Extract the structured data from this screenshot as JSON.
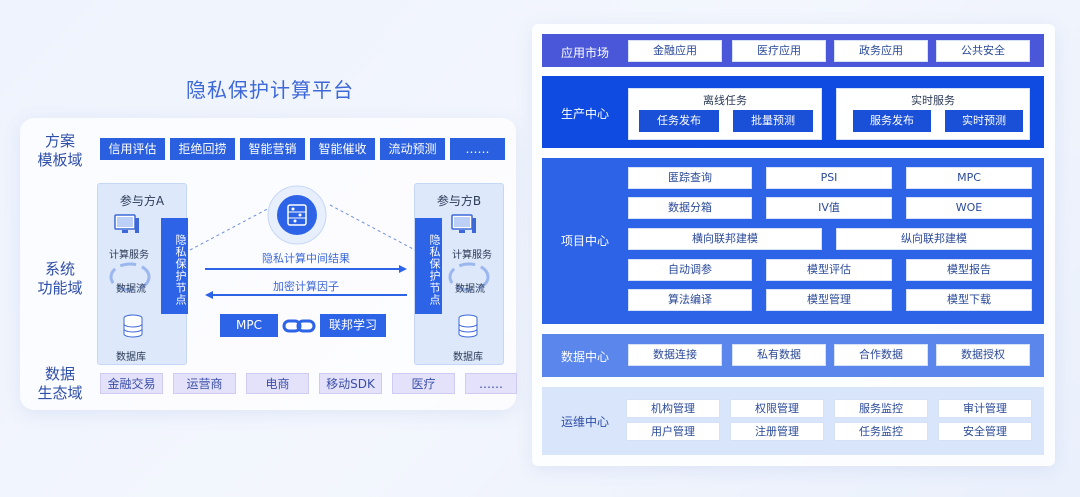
{
  "left": {
    "title": "隐私保护计算平台",
    "domains": {
      "template": "方案\n模板域",
      "system": "系统\n功能域",
      "ecosystem": "数据\n生态域"
    },
    "templates": [
      "信用评估",
      "拒绝回捞",
      "智能营销",
      "智能催收",
      "流动预测",
      "……"
    ],
    "ecosystem": [
      "金融交易",
      "运营商",
      "电商",
      "移动SDK",
      "医疗",
      "……"
    ],
    "party_a": {
      "title": "参与方A",
      "compute": "计算服务",
      "flow": "数据流",
      "db": "数据库",
      "node": "隐私保护节点"
    },
    "party_b": {
      "title": "参与方B",
      "compute": "计算服务",
      "flow": "数据流",
      "db": "数据库",
      "node": "隐私保护节点"
    },
    "arrow_top": "隐私计算中间结果",
    "arrow_bottom": "加密计算因子",
    "mpc": "MPC",
    "federated": "联邦学习"
  },
  "right": {
    "app_market": {
      "label": "应用市场",
      "items": [
        "金融应用",
        "医疗应用",
        "政务应用",
        "公共安全"
      ]
    },
    "production": {
      "label": "生产中心",
      "offline": {
        "title": "离线任务",
        "items": [
          "任务发布",
          "批量预测"
        ]
      },
      "realtime": {
        "title": "实时服务",
        "items": [
          "服务发布",
          "实时预测"
        ]
      }
    },
    "project": {
      "label": "项目中心",
      "row1": [
        "匿踪查询",
        "PSI",
        "MPC"
      ],
      "row2": [
        "数据分箱",
        "IV值",
        "WOE"
      ],
      "row3": [
        "横向联邦建模",
        "纵向联邦建模"
      ],
      "row4": [
        "自动调参",
        "模型评估",
        "模型报告"
      ],
      "row5": [
        "算法编译",
        "模型管理",
        "模型下载"
      ]
    },
    "data_center": {
      "label": "数据中心",
      "items": [
        "数据连接",
        "私有数据",
        "合作数据",
        "数据授权"
      ]
    },
    "ops": {
      "label": "运维中心",
      "row1": [
        "机构管理",
        "权限管理",
        "服务监控",
        "审计管理"
      ],
      "row2": [
        "用户管理",
        "注册管理",
        "任务监控",
        "安全管理"
      ]
    }
  },
  "colors": {
    "primary": "#2d63e6",
    "deep": "#0f4be0",
    "light_band": "#d9e5fb"
  }
}
